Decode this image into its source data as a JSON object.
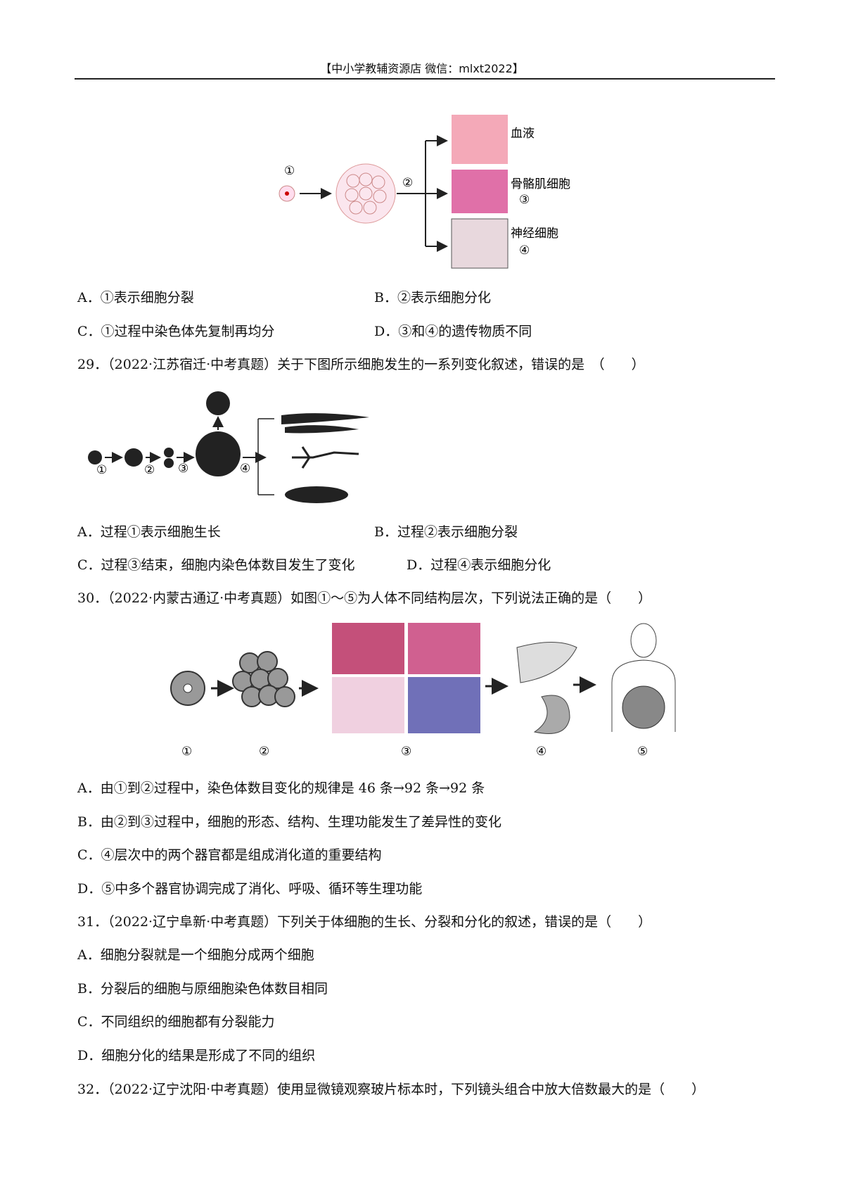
{
  "header": "【中小学教辅资源店  微信：mlxt2022】",
  "fig1": {
    "labels": [
      "血液",
      "骨骼肌细胞",
      "神经细胞"
    ],
    "marks": [
      "①",
      "②",
      "③",
      "④"
    ]
  },
  "q28": {
    "A": "A．①表示细胞分裂",
    "B": "B．②表示细胞分化",
    "C": "C．①过程中染色体先复制再均分",
    "D": "D．③和④的遗传物质不同"
  },
  "q29": {
    "stem": "29．（2022·江苏宿迁·中考真题）关于下图所示细胞发生的一系列变化叙述，错误的是　（　　）",
    "marks": [
      "①",
      "②",
      "③",
      "④"
    ],
    "A": "A．过程①表示细胞生长",
    "B": "B．过程②表示细胞分裂",
    "C": "C．过程③结束，细胞内染色体数目发生了变化",
    "D": "D．过程④表示细胞分化"
  },
  "q30": {
    "stem": "30．（2022·内蒙古通辽·中考真题）如图①～⑤为人体不同结构层次，下列说法正确的是（　　）",
    "marks": [
      "①",
      "②",
      "③",
      "④",
      "⑤"
    ],
    "A": "A．由①到②过程中，染色体数目变化的规律是 46 条→92 条→92 条",
    "B": "B．由②到③过程中，细胞的形态、结构、生理功能发生了差异性的变化",
    "C": "C．④层次中的两个器官都是组成消化道的重要结构",
    "D": "D．⑤中多个器官协调完成了消化、呼吸、循环等生理功能"
  },
  "q31": {
    "stem": "31．（2022·辽宁阜新·中考真题）下列关于体细胞的生长、分裂和分化的叙述，错误的是（　　）",
    "A": "A．细胞分裂就是一个细胞分成两个细胞",
    "B": "B．分裂后的细胞与原细胞染色体数目相同",
    "C": "C．不同组织的细胞都有分裂能力",
    "D": "D．细胞分化的结果是形成了不同的组织"
  },
  "q32": {
    "stem": "32．（2022·辽宁沈阳·中考真题）使用显微镜观察玻片标本时，下列镜头组合中放大倍数最大的是（　　）"
  }
}
